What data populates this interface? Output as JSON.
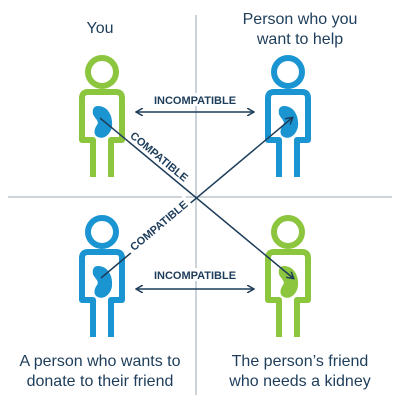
{
  "captions": {
    "top_left": "You",
    "top_right": [
      "Person who you",
      "want to help"
    ],
    "bottom_left": [
      "A person who wants to",
      "donate to their friend"
    ],
    "bottom_right": [
      "The person’s friend",
      "who needs a kidney"
    ]
  },
  "arrows": {
    "top": "INCOMPATIBLE",
    "bottom": "INCOMPATIBLE",
    "diagonal_down": "COMPATIBLE",
    "diagonal_up": "COMPATIBLE"
  },
  "colors": {
    "donor_outline": "#8cc63f",
    "donor_kidney": "#1a95d2",
    "recipient_outline": "#1a95d2",
    "recipient_kidney": "#1a95d2",
    "text": "#1d3d5a",
    "divider": "#9aa8b5",
    "arrow": "#1d3d5a"
  },
  "figures": [
    {
      "id": "you",
      "role": "donor",
      "outline": "green",
      "kidney": "blue"
    },
    {
      "id": "person-to-help",
      "role": "recipient",
      "outline": "blue",
      "kidney": "blue"
    },
    {
      "id": "other-donor",
      "role": "donor",
      "outline": "blue",
      "kidney": "blue"
    },
    {
      "id": "friend-needing-kidney",
      "role": "recipient",
      "outline": "green",
      "kidney": "green"
    }
  ]
}
